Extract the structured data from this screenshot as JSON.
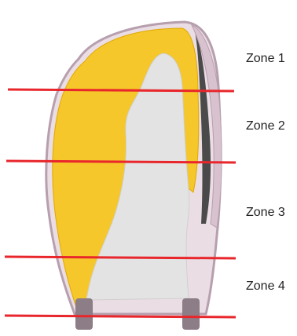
{
  "zones": [
    {
      "label": "Zone 1"
    },
    {
      "label": "Zone 2"
    },
    {
      "label": "Zone 3"
    },
    {
      "label": "Zone 4"
    }
  ],
  "colors": {
    "divider": "#e8262b",
    "outline": "#c9b3bf",
    "fill_yellow": "#f6c72a",
    "interior_grey": "#e3e3e3",
    "dark_edge": "#4a4a4a",
    "stumps": "#8c7d86"
  }
}
